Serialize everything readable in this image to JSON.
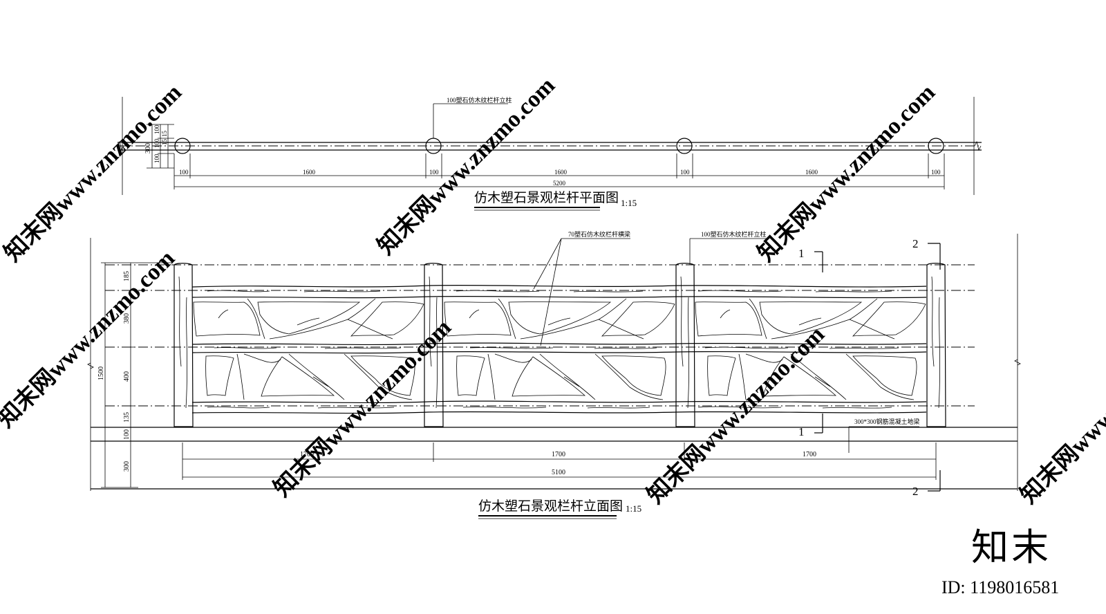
{
  "plan": {
    "title": "仿木塑石景观栏杆平面图",
    "scale": "1:15",
    "post_note": "100塑石仿木纹栏杆立柱",
    "dims_segments": [
      "100",
      "1600",
      "100",
      "1600",
      "100",
      "1600",
      "100"
    ],
    "dim_total": "5200",
    "dims_vertical": [
      "300",
      "100",
      "100",
      "100",
      "15",
      "15"
    ]
  },
  "elevation": {
    "title": "仿木塑石景观栏杆立面图",
    "scale": "1:15",
    "beam_note": "70塑石仿木纹栏杆横梁",
    "post_note": "100塑石仿木纹栏杆立柱",
    "ground_beam_note": "300*300钢筋混凝土地梁",
    "dims_vertical": [
      "185",
      "380",
      "400",
      "135",
      "100",
      "300"
    ],
    "dim_height_total": "1500",
    "dims_span": [
      "1700",
      "1700",
      "1700"
    ],
    "dim_total": "5100",
    "section_marks": [
      "1",
      "1",
      "2",
      "2"
    ]
  },
  "watermark": {
    "text": "知末网www.znzmo.com",
    "brand": "知末",
    "id": "ID: 1198016581"
  }
}
